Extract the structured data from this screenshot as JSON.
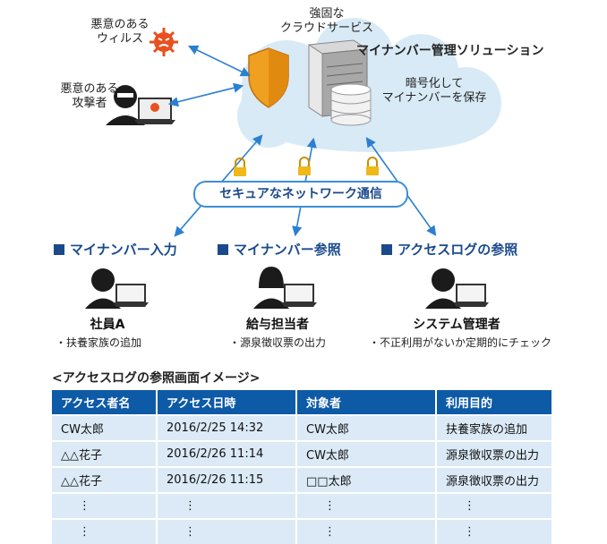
{
  "threats": {
    "virus": "悪意のある\nウィルス",
    "attacker": "悪意のある\n攻撃者"
  },
  "cloud": {
    "service_label": "強固な\nクラウドサービス",
    "solution_label": "マイナンバー管理ソリューション",
    "encrypt_label": "暗号化して\nマイナンバーを保存"
  },
  "network_label": "セキュアなネットワーク通信",
  "roles": [
    {
      "section": "マイナンバー入力",
      "person": "社員A",
      "desc": "・扶養家族の追加"
    },
    {
      "section": "マイナンバー参照",
      "person": "給与担当者",
      "desc": "・源泉徴収票の出力"
    },
    {
      "section": "アクセスログの参照",
      "person": "システム管理者",
      "desc": "・不正利用がないか定期的にチェック"
    }
  ],
  "log_title": "<アクセスログの参照画面イメージ>",
  "log_table": {
    "headers": [
      "アクセス者名",
      "アクセス日時",
      "対象者",
      "利用目的"
    ],
    "rows": [
      [
        "CW太郎",
        "2016/2/25 14:32",
        "CW太郎",
        "扶養家族の追加"
      ],
      [
        "△△花子",
        "2016/2/26 11:14",
        "CW太郎",
        "源泉徴収票の出力"
      ],
      [
        "△△花子",
        "2016/2/26 11:15",
        "□□太郎",
        "源泉徴収票の出力"
      ],
      [
        "⋮",
        "⋮",
        "⋮",
        "⋮"
      ],
      [
        "⋮",
        "⋮",
        "⋮",
        "⋮"
      ]
    ]
  },
  "colors": {
    "accent_blue": "#1a4a8c",
    "arrow_blue": "#2b7fd0",
    "cloud": "#d8eaf6",
    "header_blue": "#0d5aa7",
    "row_blue": "#dbeaf6",
    "shield": "#f0a020",
    "virus": "#e8501e"
  }
}
